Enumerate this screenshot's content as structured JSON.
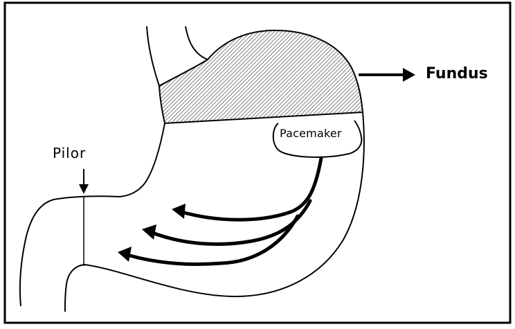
{
  "labels": {
    "fundus": "Fundus",
    "pacemaker": "Pacemaker",
    "pilor": "Pilor"
  },
  "colors": {
    "line": "#000000",
    "background": "#ffffff",
    "fundus_hatch": "#8a8a8a"
  },
  "peristalsis_wave_count": 3
}
